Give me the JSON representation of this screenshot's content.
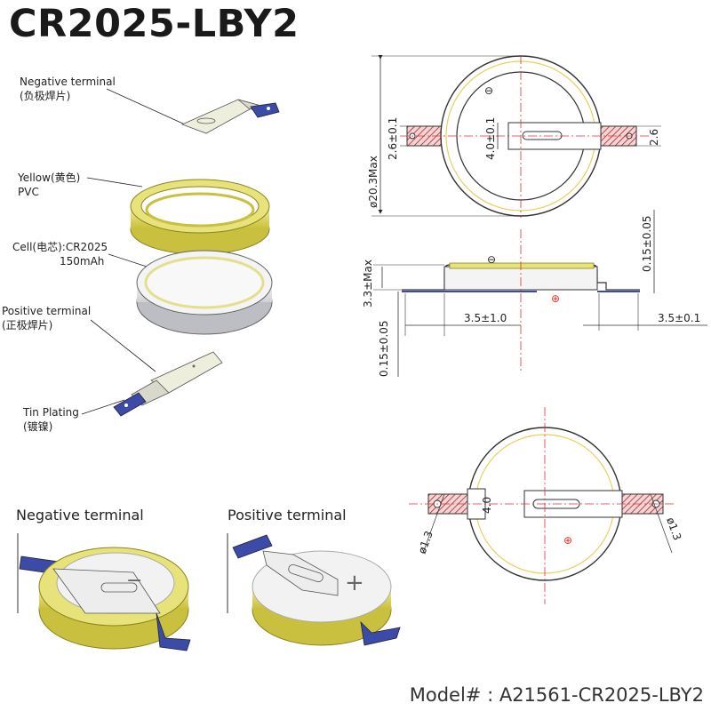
{
  "title": "CR2025-LBY2",
  "exploded_labels": {
    "negative_terminal": [
      "Negative terminal",
      "(负极焊片)"
    ],
    "yellow_pvc": [
      "Yellow(黄色)",
      "PVC"
    ],
    "cell": [
      "Cell(电芯):CR2025",
      "150mAh"
    ],
    "positive_terminal": [
      "Positive terminal",
      "(正极焊片)"
    ],
    "tin_plating": [
      "Tin Plating",
      "(镀镍)"
    ]
  },
  "captions": {
    "negative": "Negative terminal",
    "positive": "Positive terminal"
  },
  "dimensions": {
    "diameter": "ø20.3Max",
    "tab_height": "2.6±0.1",
    "slot_height": "4.0±0.1",
    "tab_height_right": "2.6",
    "thickness_max": "3.3±Max",
    "plate_thickness_top": "0.15±0.05",
    "plate_thickness_bottom": "0.15±0.05",
    "lead_left": "3.5±1.0",
    "lead_right": "3.5±0.1",
    "slot_bottom": "4.0",
    "hole_left": "ø1.3",
    "hole_right": "ø1.3"
  },
  "symbols": {
    "minus": "⊖",
    "plus": "⊕",
    "minus_plain": "−",
    "plus_plain": "+"
  },
  "model": "Model# : A21561-CR2025-LBY2",
  "colors": {
    "yellow_pvc": "#e8e27a",
    "pvc_dark": "#c9c040",
    "nickel_blue": "#3c4aa8",
    "centerline": "#e03030",
    "hatch": "#b02020"
  }
}
